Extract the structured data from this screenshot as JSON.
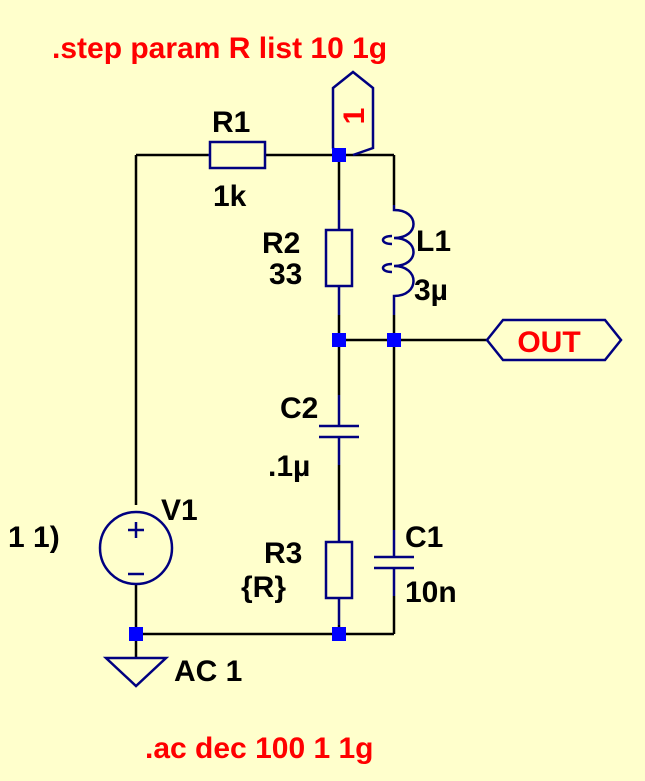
{
  "directives": {
    "step": ".step param R list 10 1g",
    "ac": ".ac dec 100 1 1g"
  },
  "components": {
    "r1": {
      "name": "R1",
      "value": "1k"
    },
    "r2": {
      "name": "R2",
      "value": "33"
    },
    "r3": {
      "name": "R3",
      "value": "{R}"
    },
    "l1": {
      "name": "L1",
      "value": "3µ"
    },
    "c1": {
      "name": "C1",
      "value": "10n"
    },
    "c2": {
      "name": "C2",
      "value": ".1µ"
    },
    "v1": {
      "name": "V1",
      "value": "1 1)",
      "ac": "AC 1"
    }
  },
  "net_labels": {
    "in": "1",
    "out": "OUT"
  },
  "colors": {
    "background": "#FFFFCC",
    "wire": "#000000",
    "component": "#000080",
    "junction": "#0000FF",
    "directive_text": "#FF0000"
  }
}
